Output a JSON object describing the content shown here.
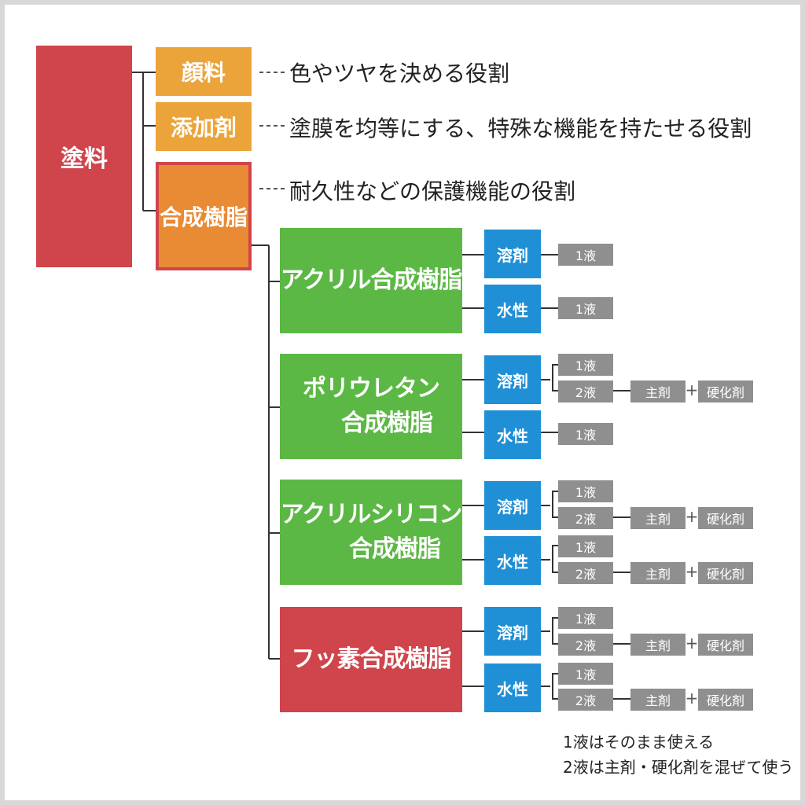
{
  "root": "塗料",
  "components": [
    {
      "label": "顔料",
      "desc": "色やツヤを決める役割"
    },
    {
      "label": "添加剤",
      "desc": "塗膜を均等にする、特殊な機能を持たせる役割"
    },
    {
      "label": "合成樹脂",
      "desc": "耐久性などの保護機能の役割"
    }
  ],
  "resins": [
    {
      "lines": [
        "アクリル合成樹脂"
      ],
      "color": "#5cb845"
    },
    {
      "lines": [
        "ポリウレタン",
        "合成樹脂"
      ],
      "color": "#5cb845"
    },
    {
      "lines": [
        "アクリルシリコン",
        "合成樹脂"
      ],
      "color": "#5cb845"
    },
    {
      "lines": [
        "フッ素合成樹脂"
      ],
      "color": "#d0444b"
    }
  ],
  "solvents": {
    "solvent": "溶剤",
    "water": "水性"
  },
  "liquids": {
    "one": "1液",
    "two": "2液"
  },
  "two_part": {
    "main": "主剤",
    "plus": "+",
    "hardener": "硬化剤"
  },
  "notes": [
    "1液はそのまま使える",
    "2液は主剤・硬化剤を混ぜて使う"
  ],
  "colors": {
    "red": "#d0444b",
    "orange": "#eba43a",
    "green": "#5cb845",
    "blue": "#1f8fd6",
    "gray": "#8f8f8f"
  }
}
